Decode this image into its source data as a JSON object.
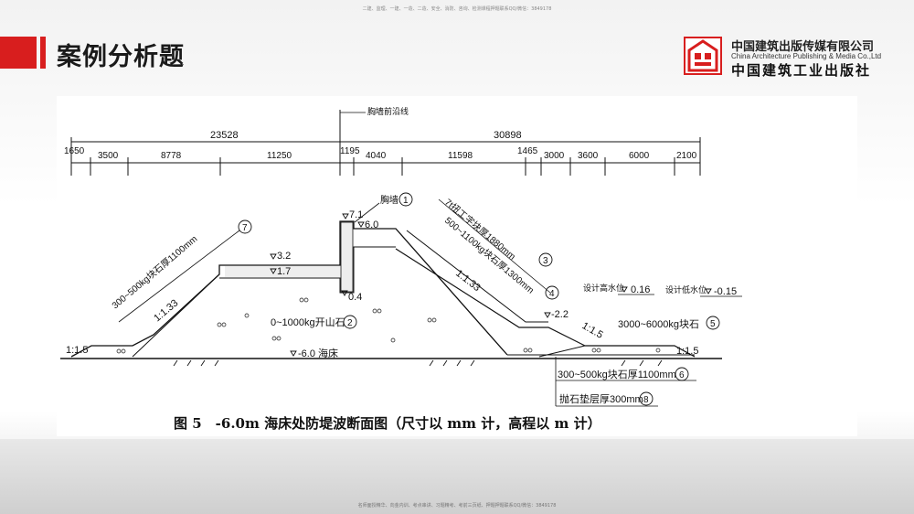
{
  "header": {
    "top_note": "二建、监理、一建、一造、二造、安全、消防、咨询、检测课程押题联系QQ/微信：3849178",
    "title": "案例分析题",
    "publisher_cn": "中国建筑出版传媒有限公司",
    "publisher_en": "China Architecture Publishing & Media Co.,Ltd",
    "publisher_big": "中国建筑工业出版社"
  },
  "figure": {
    "caption": "图 5　-6.0m 海床处防堤波断面图（尺寸以 mm 计，高程以 m 计）",
    "dims_top": {
      "left_total": "23528",
      "right_total": "30898",
      "wall_line": "胸墙前沿线"
    },
    "dims_row": [
      "1650",
      "3500",
      "8778",
      "11250",
      "1195",
      "4040",
      "11598",
      "1465",
      "3000",
      "3600",
      "6000",
      "2100"
    ],
    "elevations": {
      "e71": "7.1",
      "e60": "6.0",
      "e32": "3.2",
      "e17": "1.7",
      "e04": "0.4",
      "em22": "-2.2",
      "seabed": "-6.0 海床",
      "high_water": "设计高水位",
      "high_val": "0.16",
      "low_water": "设计低水位",
      "low_val": "-0.15"
    },
    "slopes": {
      "s1": "1:1.5",
      "s2": "1:1.33",
      "s3": "1:1.33",
      "s4": "1:1.5",
      "s5": "1:1.5"
    },
    "labels": {
      "l1": "胸墙",
      "n1": "1",
      "l7": "300~500kg块石厚1100mm",
      "n7": "7",
      "l2": "0~1000kg开山石",
      "n2": "2",
      "l3": "7t扭工字块厚1880mm",
      "n3": "3",
      "l4": "500~1100kg块石厚1300mm",
      "n4": "4",
      "l5": "3000~6000kg块石",
      "n5": "5",
      "l6": "300~500kg块石厚1100mm",
      "n6": "6",
      "l8": "抛石垫层厚300mm",
      "n8": "8"
    }
  },
  "footer": {
    "note": "名师面授精华、向金内训、考点串讲、习题精考、考前三页纸、押题押题联系QQ/微信：3849178"
  }
}
